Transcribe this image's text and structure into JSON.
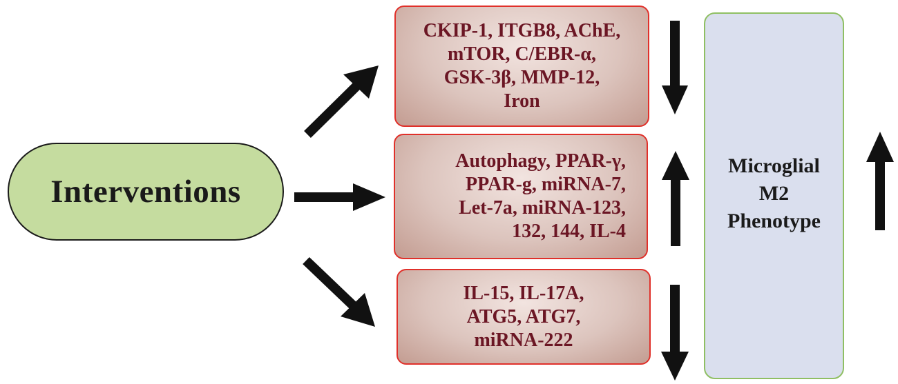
{
  "source_node": {
    "label": "Interventions"
  },
  "targets": [
    {
      "id": "downregulated-upper",
      "effect": "decrease",
      "lines": [
        "CKIP-1, ITGB8, AChE,",
        "mTOR, C/EBR-α,",
        "GSK-3β, MMP-12,",
        "Iron"
      ]
    },
    {
      "id": "upregulated",
      "effect": "increase",
      "lines": [
        "Autophagy, PPAR-γ,",
        "PPAR-g, miRNA-7,",
        "Let-7a, miRNA-123,",
        "132, 144, IL-4"
      ]
    },
    {
      "id": "downregulated-lower",
      "effect": "decrease",
      "lines": [
        "IL-15, IL-17A,",
        "ATG5, ATG7,",
        "miRNA-222"
      ]
    }
  ],
  "outcome": {
    "lines": [
      "Microglial",
      "M2",
      "Phenotype"
    ],
    "effect": "increase"
  },
  "colors": {
    "source_fill": "#c5dc9f",
    "target_text": "#6b1624",
    "target_border": "#e0302a",
    "outcome_fill": "#dadfee",
    "outcome_border": "#8fbf63",
    "arrow": "#111111"
  }
}
